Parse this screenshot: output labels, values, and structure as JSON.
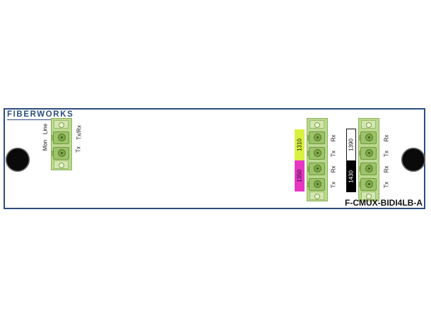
{
  "panel": {
    "brand": "FIBERWORKS",
    "model": "F-CMUX-BIDI4LB-A"
  },
  "mon_module": {
    "labels_left": [
      "Mon",
      "Line"
    ],
    "labels_right": [
      "Tx",
      "Tx/Rx"
    ]
  },
  "mux_left": {
    "wavelengths": [
      {
        "label": "1310",
        "color": "#d8f040"
      },
      {
        "label": "1350",
        "color": "#e637c4"
      }
    ],
    "port_labels": [
      "Rx",
      "Tx",
      "Rx",
      "Tx"
    ]
  },
  "mux_right": {
    "wavelengths": [
      {
        "label": "1390",
        "color": "#ffffff"
      },
      {
        "label": "1430",
        "color": "#000000"
      }
    ],
    "port_labels": [
      "Rx",
      "Tx",
      "Rx",
      "Tx"
    ]
  }
}
